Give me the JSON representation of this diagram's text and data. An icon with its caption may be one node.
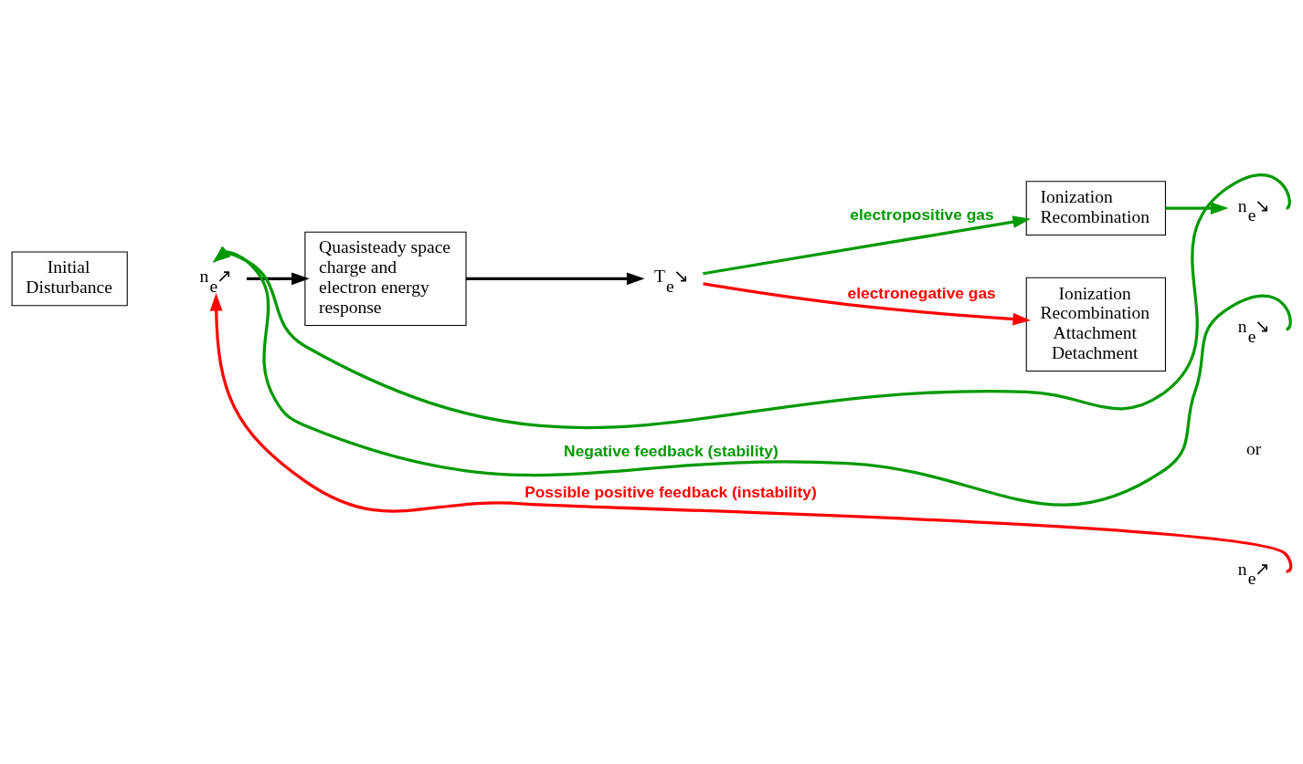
{
  "diagram": {
    "nodes": [
      {
        "text": [
          "Initial Disturbance"
        ]
      },
      {
        "text": [
          "n$_{e}$↗"
        ]
      },
      {
        "text": [
          "Quasisteady space charge and electron energy response"
        ]
      },
      {
        "text": [
          "T$_{e}$↘"
        ]
      },
      {
        "text": [
          "Ionization Recombination"
        ]
      },
      {
        "text": [
          "Ionization Recombination Attachment Detachment"
        ]
      },
      {
        "text": [
          "n$_{e}$↘"
        ]
      },
      {
        "text": [
          "n$_{e}$↘"
        ]
      },
      {
        "text": [
          "n$_{e}$↗"
        ]
      }
    ],
    "edges": [
      {
        "from": 1,
        "to": 2,
        "arrow": "to",
        "color": "#000000"
      },
      {
        "from": 2,
        "to": 3,
        "arrow": "to",
        "color": "#000000"
      },
      {
        "from": 3,
        "to": 4,
        "arrow": "to",
        "color": "#009900",
        "label": "electropositive gas"
      },
      {
        "from": 3,
        "to": 5,
        "arrow": "to",
        "color": "#ff0000",
        "label": "electronegative gas"
      },
      {
        "from": 4,
        "to": 6,
        "arrow": "to",
        "color": "#009900"
      },
      {
        "from": 6,
        "to": 1,
        "arrow": "to",
        "color": "#009900"
      },
      {
        "from": 7,
        "to": 1,
        "arrow": "to",
        "color": "#009900",
        "label": "Negative feedback (stability)"
      },
      {
        "from": 8,
        "to": 1,
        "arrow": "to",
        "color": "#ff0000",
        "label": "Possible positive feedback (instability)"
      }
    ],
    "labels": [
      "or"
    ]
  }
}
